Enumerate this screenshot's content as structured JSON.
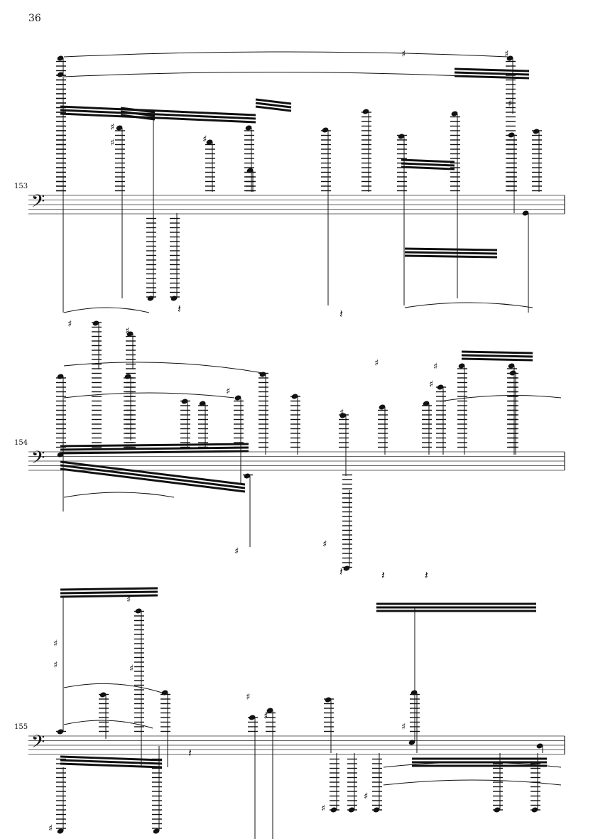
{
  "page_number": "36",
  "systems": [
    {
      "measure_number": "153",
      "clef": "bass"
    },
    {
      "measure_number": "154",
      "clef": "bass"
    },
    {
      "measure_number": "155",
      "clef": "bass"
    }
  ]
}
